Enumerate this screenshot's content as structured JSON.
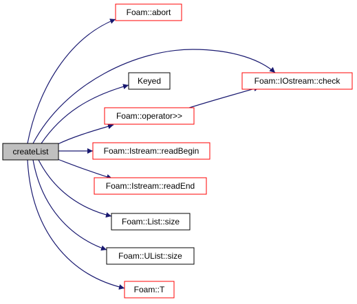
{
  "colors": {
    "edge": "#191970",
    "root_fill": "#bfbfbf",
    "root_border": "#000000",
    "linked_border": "#ff0000",
    "plain_border": "#000000",
    "node_fill": "#ffffff"
  },
  "nodes": {
    "create_list": {
      "label": "createList",
      "style": "root"
    },
    "abort": {
      "label": "Foam::abort",
      "style": "red"
    },
    "iostream_check": {
      "label": "Foam::IOstream::check",
      "style": "red"
    },
    "keyed": {
      "label": "Keyed",
      "style": "black"
    },
    "operator_extract": {
      "label": "Foam::operator>>",
      "style": "red"
    },
    "read_begin": {
      "label": "Foam::Istream::readBegin",
      "style": "red"
    },
    "read_end": {
      "label": "Foam::Istream::readEnd",
      "style": "red"
    },
    "list_size": {
      "label": "Foam::List::size",
      "style": "black"
    },
    "ulist_size": {
      "label": "Foam::UList::size",
      "style": "black"
    },
    "foam_t": {
      "label": "Foam::T",
      "style": "red"
    }
  },
  "edges": [
    {
      "from": "create_list",
      "to": "abort"
    },
    {
      "from": "create_list",
      "to": "iostream_check"
    },
    {
      "from": "create_list",
      "to": "keyed"
    },
    {
      "from": "create_list",
      "to": "operator_extract"
    },
    {
      "from": "create_list",
      "to": "read_begin"
    },
    {
      "from": "create_list",
      "to": "read_end"
    },
    {
      "from": "create_list",
      "to": "list_size"
    },
    {
      "from": "create_list",
      "to": "ulist_size"
    },
    {
      "from": "create_list",
      "to": "foam_t"
    },
    {
      "from": "operator_extract",
      "to": "iostream_check"
    }
  ]
}
